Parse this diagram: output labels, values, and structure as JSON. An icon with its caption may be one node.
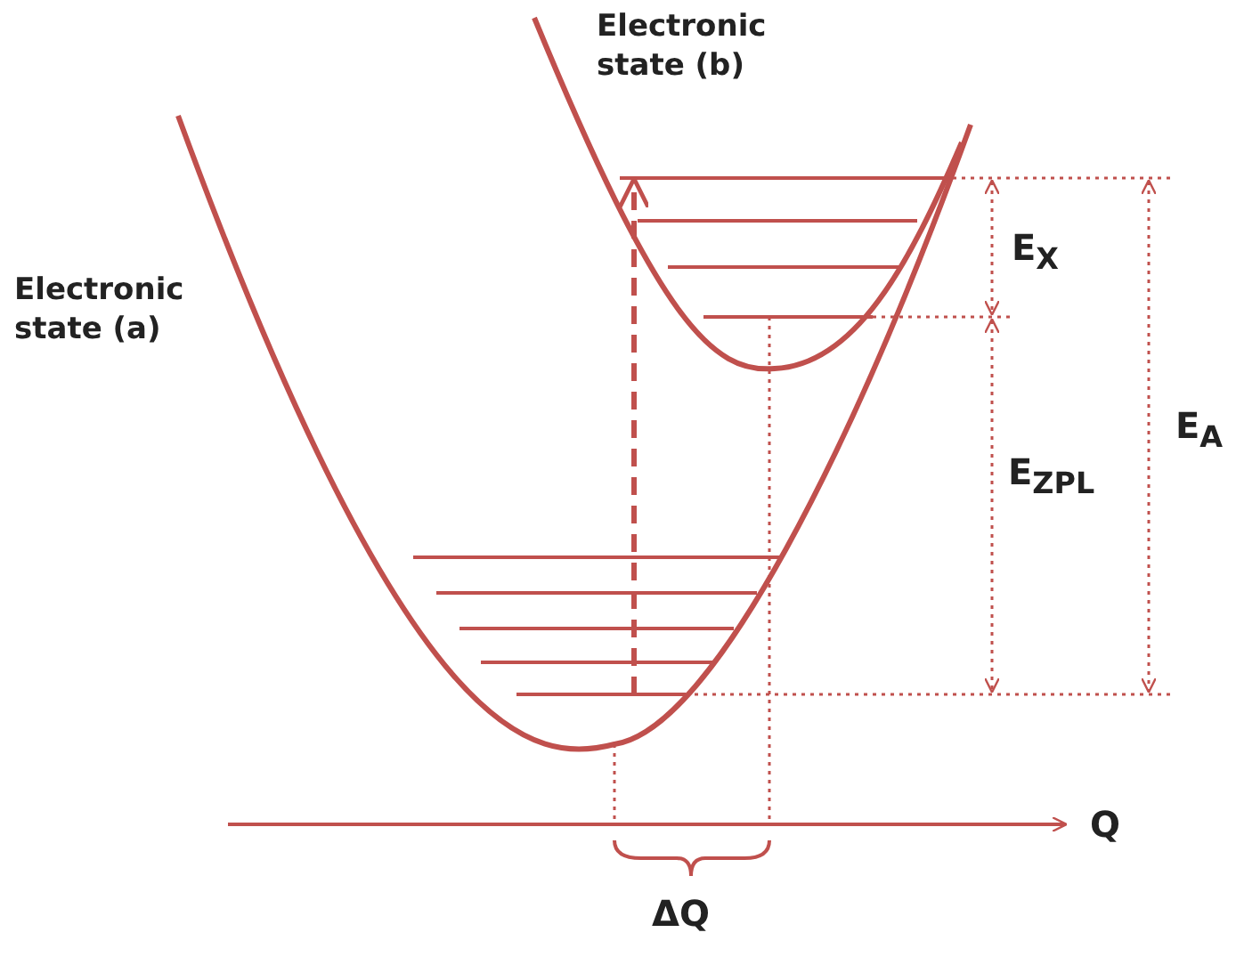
{
  "diagram": {
    "labels": [
      "Electronic state (b)",
      "Electronic state (a)",
      "E$_{X}$",
      "E$_{ZPL}$",
      "E$_{A}$",
      "Q",
      "ΔQ"
    ]
  }
}
